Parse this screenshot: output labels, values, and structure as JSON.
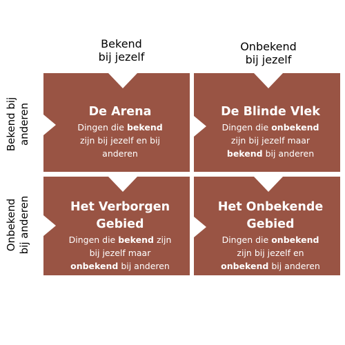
{
  "columns": {
    "left": {
      "line1": "Bekend",
      "line2": "bij jezelf"
    },
    "right": {
      "line1": "Onbekend",
      "line2": "bij jezelf"
    }
  },
  "rows": {
    "top": {
      "line1": "Bekend bij",
      "line2": "anderen"
    },
    "bottom": {
      "line1": "Onbekend",
      "line2": "bij anderen"
    }
  },
  "quadrants": {
    "arena": {
      "title": [
        "De Arena"
      ],
      "desc": {
        "l1_a": "Dingen die ",
        "l1_b": "bekend",
        "l2": "zijn bij jezelf en bij",
        "l3": "anderen"
      }
    },
    "blind": {
      "title": [
        "De Blinde Vlek"
      ],
      "desc": {
        "l1_a": "Dingen die ",
        "l1_b": "onbekend",
        "l2": "zijn bij jezelf maar",
        "l3_b": "bekend",
        "l3_a": " bij anderen"
      }
    },
    "hidden": {
      "title": [
        "Het Verborgen",
        "Gebied"
      ],
      "desc": {
        "l1_a": "Dingen die ",
        "l1_b": "bekend",
        "l1_c": " zijn",
        "l2": "bij jezelf maar",
        "l3_b": "onbekend",
        "l3_a": " bij anderen"
      }
    },
    "unknown": {
      "title": [
        "Het Onbekende",
        "Gebied"
      ],
      "desc": {
        "l1_a": "Dingen die ",
        "l1_b": "onbekend",
        "l2": "zijn bij jezelf en",
        "l3_b": "onbekend",
        "l3_a": " bij anderen"
      }
    }
  },
  "colors": {
    "quadrant_fill": "#995444",
    "text": "#ffffff",
    "notch": "#ffffff"
  }
}
